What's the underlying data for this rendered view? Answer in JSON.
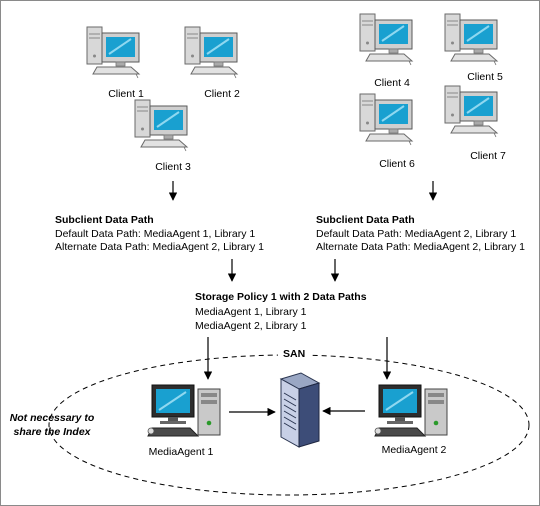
{
  "clients": {
    "c1": "Client 1",
    "c2": "Client 2",
    "c3": "Client 3",
    "c4": "Client 4",
    "c5": "Client 5",
    "c6": "Client 6",
    "c7": "Client 7"
  },
  "left_path": {
    "title": "Subclient Data Path",
    "default": "Default Data Path: MediaAgent 1, Library 1",
    "alternate": "Alternate Data Path: MediaAgent 2, Library 1"
  },
  "right_path": {
    "title": "Subclient Data Path",
    "default": "Default Data Path: MediaAgent 2, Library 1",
    "alternate": "Alternate Data Path: MediaAgent 2, Library 1"
  },
  "policy": {
    "title": "Storage Policy 1 with 2 Data Paths",
    "line1": "MediaAgent 1, Library 1",
    "line2": "MediaAgent 2, Library 1"
  },
  "san": {
    "label": "SAN"
  },
  "note": {
    "line1": "Not necessary to",
    "line2": "share the Index"
  },
  "media_agents": {
    "ma1": "MediaAgent 1",
    "ma2": "MediaAgent 2"
  }
}
